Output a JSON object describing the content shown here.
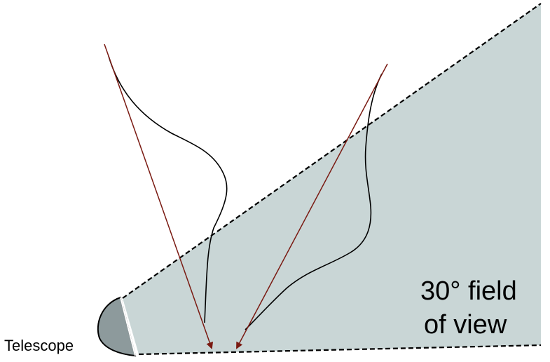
{
  "labels": {
    "fov_line1": "30° field",
    "fov_line2": "of view",
    "telescope": "Telescope"
  },
  "colors": {
    "fov_fill": "#c9d6d6",
    "telescope_fill": "#8d9a9c",
    "arrow": "#7a1a12",
    "curve": "#000000"
  }
}
